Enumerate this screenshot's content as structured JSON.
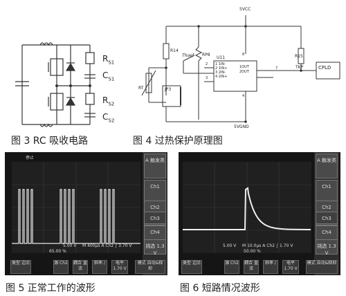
{
  "fig3": {
    "caption": "图 3   RC 吸收电路",
    "labels": {
      "rs1": "R",
      "rs1_sub": "S1",
      "cs1": "C",
      "cs1_sub": "S1",
      "rs2": "R",
      "rs2_sub": "S2",
      "cs2": "C",
      "cs2_sub": "S2"
    }
  },
  "fig4": {
    "caption": "图 4   过热保护原理图",
    "labels": {
      "vcc": "5VCC",
      "gnd": "5VGND",
      "r14": "R14",
      "r15": "R15",
      "rt": "RT",
      "thoef": "Thoef",
      "rp8": "RP8",
      "u11": "U11",
      "jp3": "JP3",
      "cpld": "CPLD",
      "tkp": "TKP",
      "pin1": "1 1IN-",
      "pin2": "2 1IN+",
      "pin3": "3 2IN-",
      "pin4": "4 2IN+",
      "out1": "1OUT",
      "out2": "2OUT",
      "n7": "7",
      "n2": "2",
      "n8": "8",
      "n3": "3",
      "nbot": "4"
    }
  },
  "fig5": {
    "caption": "图 5 正常工作的波形",
    "scope": {
      "top_left": "停止",
      "menu": [
        "A 触发类",
        "Ch1",
        "Ch2",
        "Ch3",
        "Ch4",
        "挑选 1.3 V"
      ],
      "ch_reading": "5.00 V",
      "timebase": "M 400µs  A  Ch2  ∫  3.70 V",
      "percent": "65.00 %",
      "softkeys": [
        "类型 边沿",
        "源 Ch2",
        "耦合 直流",
        "斜率 /",
        "电平 1.70 V",
        "模式 自动&释抑"
      ]
    }
  },
  "fig6": {
    "caption": "图 6 短路情况波形",
    "scope": {
      "menu": [
        "A 触发类",
        "Ch1",
        "Ch2",
        "Ch3",
        "Ch4",
        "挑选 1.3 V"
      ],
      "ch_reading": "5.00 V",
      "timebase": "M 10.0µs  A  Ch2  ∫  1.70 V",
      "percent": "50.00 %",
      "softkeys": [
        "类型 边沿",
        "源 Ch2",
        "耦合 直流",
        "斜率 /",
        "电平 1.70 V",
        "模式 自动&释抑"
      ]
    }
  }
}
